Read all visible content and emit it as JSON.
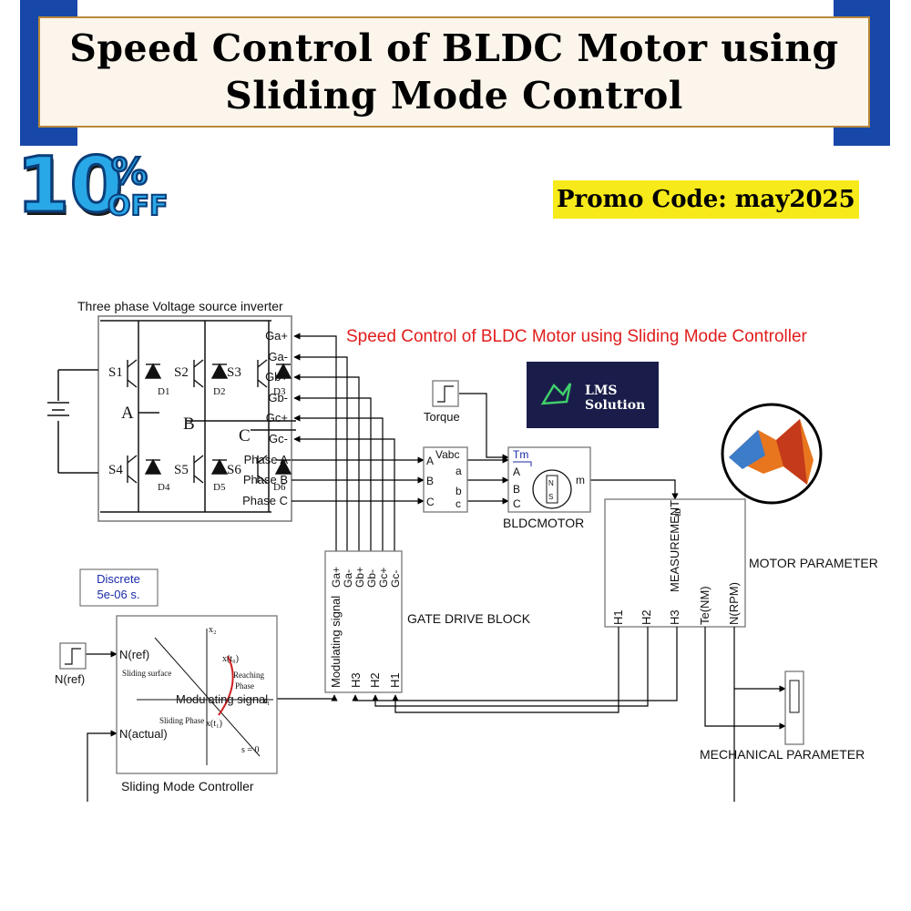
{
  "header": {
    "title_line1": "Speed Control of BLDC Motor using",
    "title_line2": "Sliding Mode Control",
    "promo": "Promo Code: may2025",
    "discount_badge": {
      "number": "10",
      "percent": "%",
      "off": "OFF"
    }
  },
  "diagram": {
    "title": "Speed Control of BLDC Motor using Sliding Mode Controller",
    "inverter": {
      "label": "Three phase Voltage source inverter",
      "nodes": [
        "A",
        "B",
        "C"
      ],
      "switches": [
        "S1",
        "S2",
        "S3",
        "S4",
        "S5",
        "S6"
      ],
      "diodes": [
        "D1",
        "D2",
        "D3",
        "D4",
        "D5",
        "D6"
      ],
      "ports_in": [
        "Ga+",
        "Ga-",
        "Gb+",
        "Gb-",
        "Gc+",
        "Gc-"
      ],
      "ports_out": [
        "Phase A",
        "Phase B",
        "Phase C"
      ]
    },
    "vabc": {
      "label": "Vabc",
      "in": [
        "A",
        "B",
        "C"
      ],
      "out": [
        "a",
        "b",
        "c"
      ]
    },
    "torque": "Torque",
    "motor": {
      "label": "BLDCMOTOR",
      "tm": "Tm",
      "ports": [
        "A",
        "B",
        "C"
      ],
      "m": "m",
      "magnet_n": "N",
      "magnet_s": "S"
    },
    "lms_logo": {
      "line1": "LMS",
      "line2": "Solution"
    },
    "matlab_logo": "matlab-logo",
    "measurement": {
      "label": "MOTOR PARAMETER",
      "in": "m",
      "title": "MEASUREMENT",
      "outs": [
        "H1",
        "H2",
        "H3",
        "Te(NM)",
        "N(RPM)"
      ]
    },
    "gate_drive": {
      "label": "GATE DRIVE BLOCK",
      "ins": [
        "Modulating  signal",
        "H3",
        "H2",
        "H1"
      ],
      "outs": [
        "Ga+",
        "Ga-",
        "Gb+",
        "Gb-",
        "Gc+",
        "Gc-"
      ]
    },
    "discrete": {
      "line1": "Discrete",
      "line2": "5e-06 s."
    },
    "nref": "N(ref)",
    "smc": {
      "label": "Sliding Mode Controller",
      "ports": [
        "N(ref)",
        "N(actual)"
      ],
      "out": "Modulating signal",
      "icon": {
        "x2": "x₂",
        "x1": "x₁",
        "sliding_surface": "Sliding surface",
        "reaching": "Reaching",
        "phase": "Phase",
        "sliding_phase": "Sliding Phase",
        "x_t0": "x(t₀)",
        "x_t1": "x(t₁)",
        "s0": "s = 0"
      }
    },
    "scope_label": "MECHANICAL PARAMETER"
  },
  "colors": {
    "banner_blue": "#1747a8",
    "title_bg": "#fbf5ec",
    "title_border": "#b8893a",
    "promo_yellow": "#f7ea1a",
    "diagram_title": "#e01c1c",
    "discrete_blue": "#1a2aa8",
    "lms_bg": "#1a1d4a",
    "matlab_orange": "#e8761e"
  }
}
